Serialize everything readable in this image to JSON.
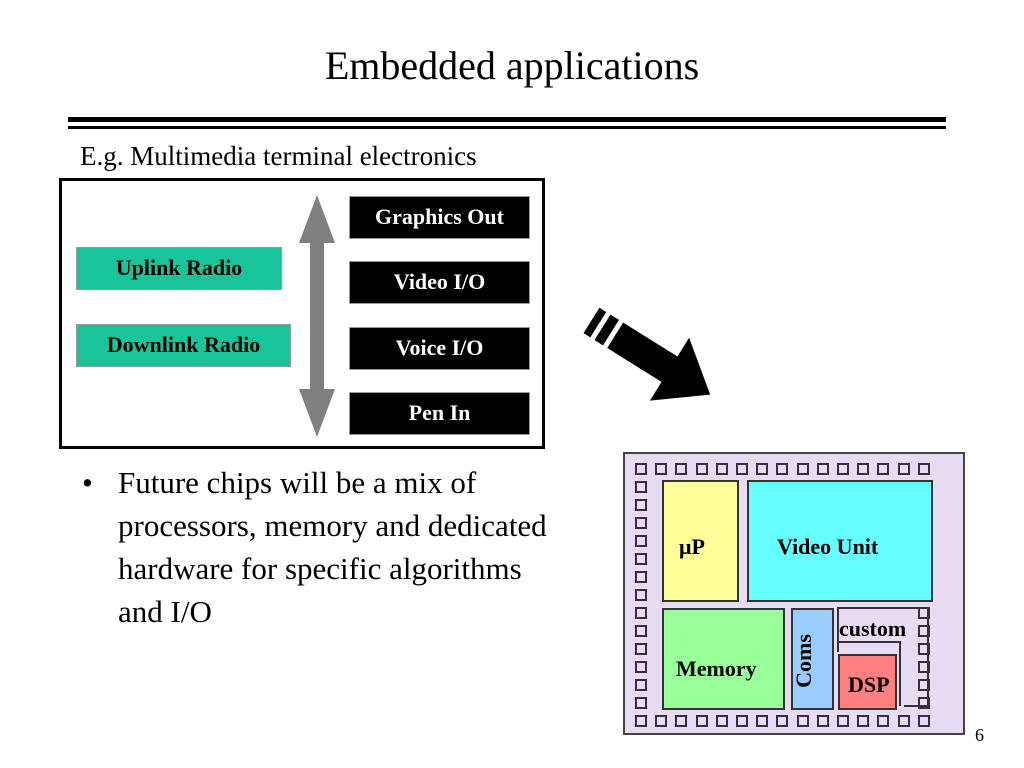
{
  "slide": {
    "title": "Embedded applications",
    "subtitle": "E.g. Multimedia terminal electronics",
    "page_number": "6"
  },
  "terminal_diagram": {
    "radios": [
      {
        "label": "Uplink Radio",
        "color": "#19c49a"
      },
      {
        "label": "Downlink Radio",
        "color": "#19c49a"
      }
    ],
    "bus_icon": "double-headed-vertical-arrow",
    "io_blocks": [
      {
        "label": "Graphics Out"
      },
      {
        "label": "Video I/O"
      },
      {
        "label": "Voice I/O"
      },
      {
        "label": "Pen In"
      }
    ]
  },
  "transition_icon": "diagonal-down-right-arrow",
  "bullets": [
    {
      "marker": "•",
      "text": "Future chips will be a mix of processors, memory and dedicated hardware for specific algorithms and I/O"
    }
  ],
  "chip": {
    "background": "#e8dcf5",
    "blocks": {
      "microprocessor": {
        "label": "μP",
        "color": "#ffff99"
      },
      "video_unit": {
        "label": "Video Unit",
        "color": "#66ffff"
      },
      "memory": {
        "label": "Memory",
        "color": "#99ff99"
      },
      "coms": {
        "label": "Coms",
        "color": "#99ccff"
      },
      "custom": {
        "label": "custom",
        "color": "#e8dcf5"
      },
      "dsp": {
        "label": "DSP",
        "color": "#ff8080"
      }
    }
  }
}
